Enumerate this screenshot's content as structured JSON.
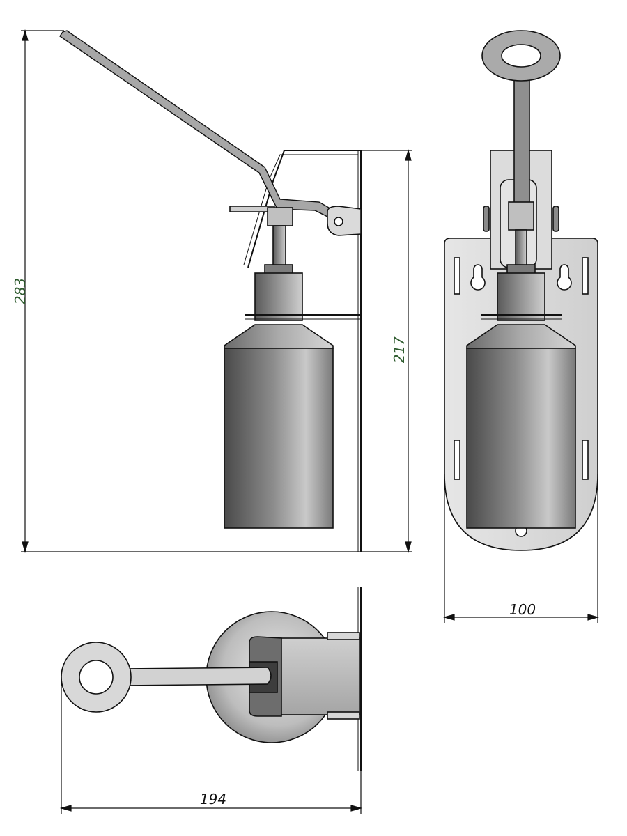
{
  "dimensions": {
    "total_height": "283",
    "mount_height": "217",
    "plate_width": "100",
    "depth": "194"
  },
  "colors": {
    "line": "#111111",
    "dim_text": "#2d5a2d",
    "metal_light": "#dcdcdc",
    "metal_mid": "#a9a9a9",
    "bottle_dark": "#5a5a5a",
    "bottle_light": "#c4c4c4"
  }
}
